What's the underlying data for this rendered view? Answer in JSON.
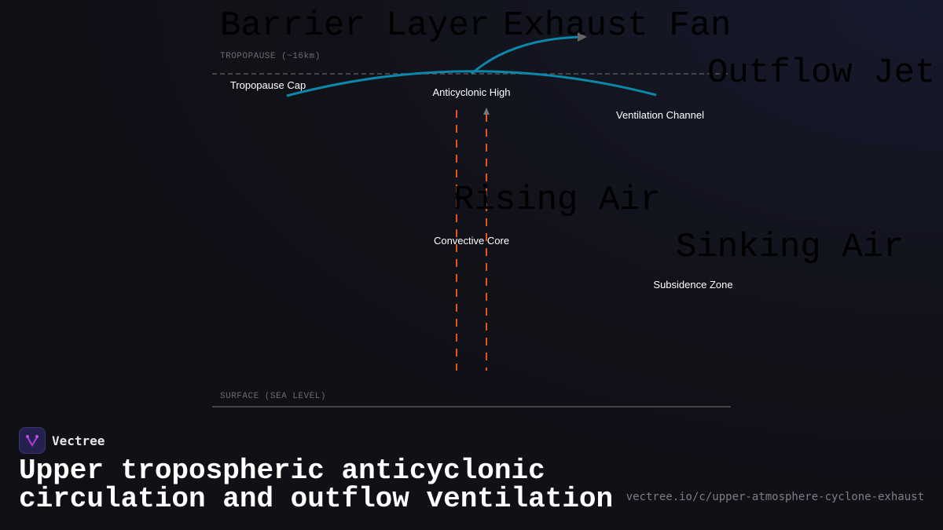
{
  "diagram": {
    "axis_top": "TROPOPAUSE (~16km)",
    "axis_bottom": "SURFACE (SEA LEVEL)",
    "labels": {
      "tropopause_cap": "Tropopause Cap",
      "anticyclonic_high": "Anticyclonic High",
      "ventilation_channel": "Ventilation Channel",
      "convective_core": "Convective Core",
      "subsidence_zone": "Subsidence Zone"
    },
    "overlays": {
      "barrier_layer": "Barrier Layer",
      "exhaust_fan": "Exhaust Fan",
      "outflow_jet": "Outflow Jet",
      "rising_air": "Rising Air",
      "sinking_air": "Sinking Air"
    },
    "colors": {
      "outflow": "#0e86a8",
      "updraft": "#e8541a",
      "axis": "#555"
    }
  },
  "footer": {
    "brand": "Vectree",
    "title_line1": "Upper tropospheric anticyclonic",
    "title_line2": "circulation and outflow ventilation",
    "url": "vectree.io/c/upper-atmosphere-cyclone-exhaust"
  }
}
